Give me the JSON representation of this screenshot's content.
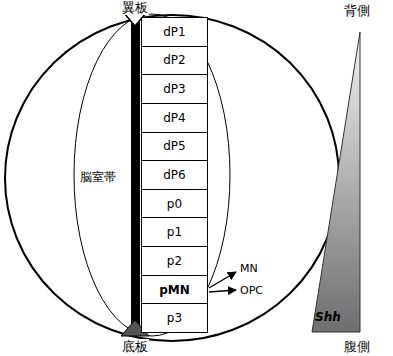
{
  "diagram": {
    "nodes": [
      {
        "text": [
          "脳室帯"
        ]
      },
      {
        "text": [
          "dP1"
        ],
        "in": 0
      },
      {
        "text": [
          "dP2"
        ],
        "in": 0
      },
      {
        "text": [
          "dP3"
        ],
        "in": 0
      },
      {
        "text": [
          "dP4"
        ],
        "in": 0
      },
      {
        "text": [
          "dP5"
        ],
        "in": 0
      },
      {
        "text": [
          "dP6"
        ],
        "in": 0
      },
      {
        "text": [
          "p0"
        ],
        "in": 0
      },
      {
        "text": [
          "p1"
        ],
        "in": 0
      },
      {
        "text": [
          "p2"
        ],
        "in": 0
      },
      {
        "text": [
          "pMN"
        ],
        "in": 0
      },
      {
        "text": [
          "p3"
        ],
        "in": 0
      },
      {
        "text": [
          "Shh"
        ]
      }
    ],
    "labels": [
      "翼板",
      "底板",
      "MN",
      "OPC",
      "背側",
      "腹側"
    ]
  }
}
